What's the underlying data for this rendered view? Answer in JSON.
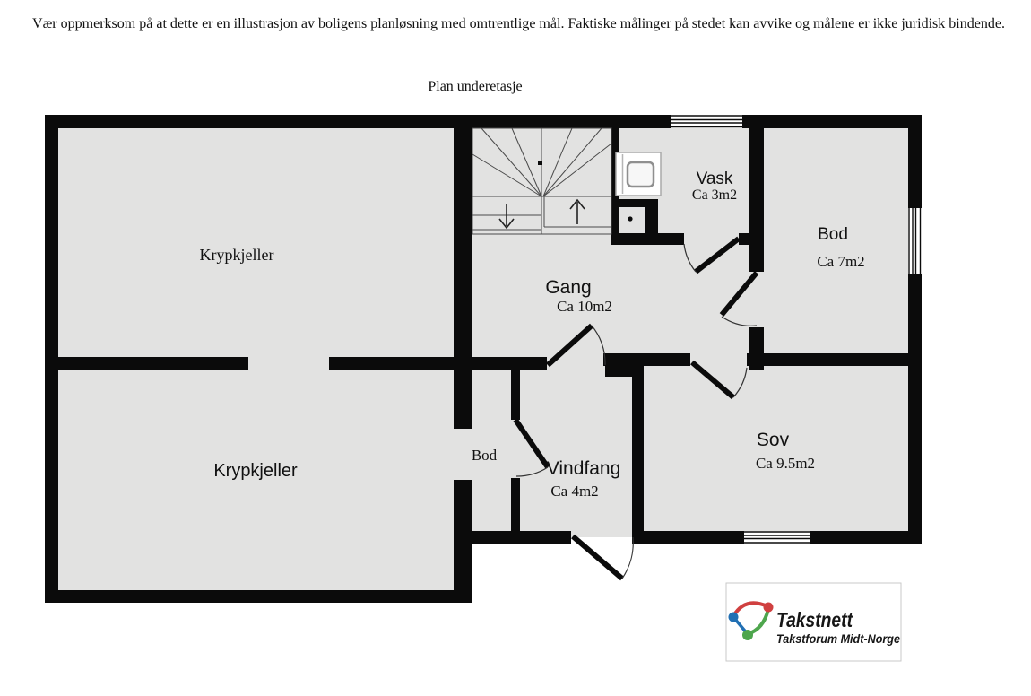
{
  "disclaimer": "Vær oppmerksom på at dette er en illustrasjon av boligens planløsning med omtrentlige mål. Faktiske målinger på stedet kan avvike og målene er ikke juridisk bindende.",
  "plan": {
    "title": "Plan underetasje",
    "rooms": {
      "krypkjeller_upper": {
        "name": "Krypkjeller"
      },
      "krypkjeller_lower": {
        "name": "Krypkjeller"
      },
      "gang": {
        "name": "Gang",
        "area": "Ca 10m2"
      },
      "vask": {
        "name": "Vask",
        "area": "Ca 3m2"
      },
      "bod_store": {
        "name": "Bod",
        "area": "Ca 7m2"
      },
      "bod_small": {
        "name": "Bod"
      },
      "vindfang": {
        "name": "Vindfang",
        "area": "Ca 4m2"
      },
      "sov": {
        "name": "Sov",
        "area": "Ca 9.5m2"
      }
    }
  },
  "logo": {
    "brand": "Takstnett",
    "subtitle": "Takstforum Midt-Norge"
  },
  "colors": {
    "floor": "#e2e2e1",
    "wall": "#0b0b0b",
    "logo_blue": "#2170b4",
    "logo_red": "#d04040",
    "logo_green": "#4ea64d"
  }
}
